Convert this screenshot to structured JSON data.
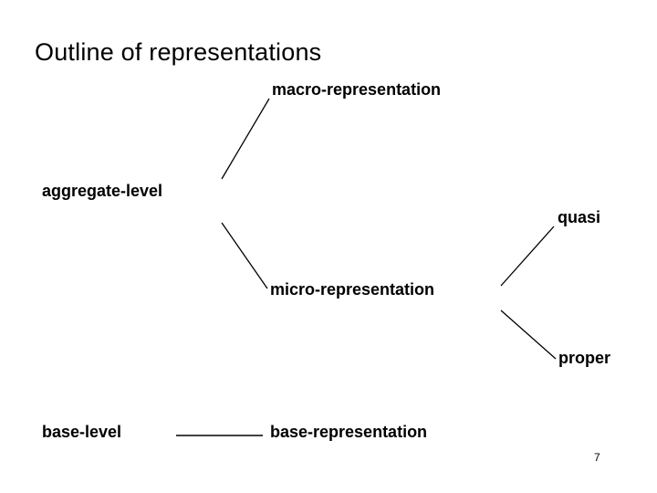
{
  "slide": {
    "title": "Outline of representations",
    "page_number": "7",
    "background_color": "#ffffff",
    "text_color": "#000000",
    "line_color": "#000000"
  },
  "diagram": {
    "type": "tree",
    "nodes": [
      {
        "id": "macro",
        "label": "macro-representation"
      },
      {
        "id": "aggregate",
        "label": "aggregate-level"
      },
      {
        "id": "quasi",
        "label": "quasi"
      },
      {
        "id": "micro",
        "label": "micro-representation"
      },
      {
        "id": "proper",
        "label": "proper"
      },
      {
        "id": "base-level",
        "label": "base-level"
      },
      {
        "id": "base-rep",
        "label": "base-representation"
      }
    ],
    "edges": [
      {
        "from": "aggregate",
        "to": "macro"
      },
      {
        "from": "aggregate",
        "to": "micro"
      },
      {
        "from": "micro",
        "to": "quasi"
      },
      {
        "from": "micro",
        "to": "proper"
      },
      {
        "from": "base-level",
        "to": "base-rep"
      }
    ]
  }
}
